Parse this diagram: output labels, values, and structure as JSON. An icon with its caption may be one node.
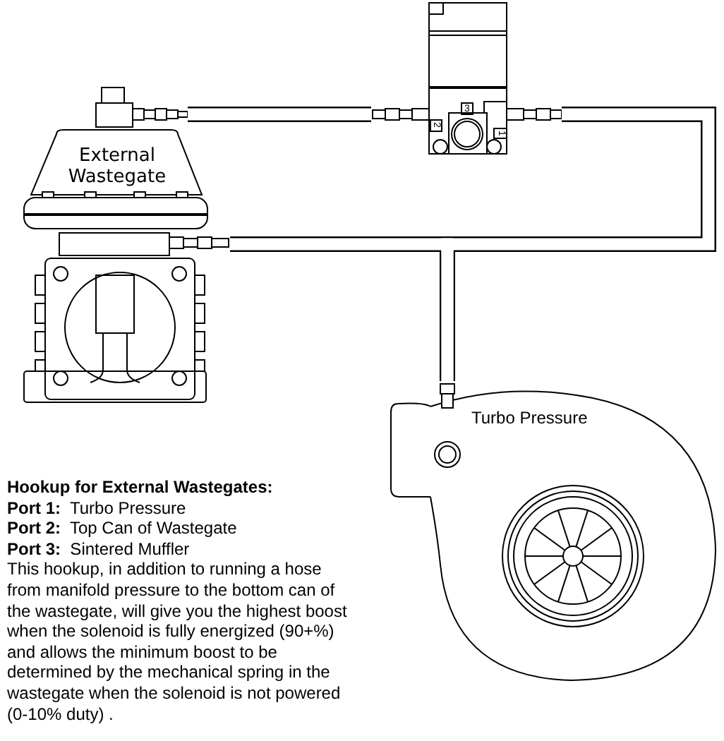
{
  "diagram": {
    "title": "Hookup for External Wastegates:",
    "nodes": [
      {
        "text": [
          "External Wastegate"
        ]
      },
      {
        "text": [
          "3",
          "2",
          "1"
        ]
      },
      {
        "text": [
          "Turbo Pressure"
        ]
      }
    ],
    "edges": [
      {
        "from": 0,
        "to": 1,
        "arrow": "none"
      },
      {
        "from": 2,
        "to": 1,
        "arrow": "none"
      },
      {
        "from": 2,
        "to": 0,
        "arrow": "none"
      }
    ],
    "labels": [
      "**Port 1:**  Turbo Pressure",
      "**Port 2:**  Top Can of Wastegate",
      "**Port 3:**  Sintered Muffler",
      "This hookup, in addition to running a hose from manifold pressure to the bottom can of the wastegate, will give you the highest boost when the solenoid is fully energized (90+%) and allows the minimum boost to be determined by the mechanical spring in the wastegate when the solenoid is not powered (0-10% duty) ."
    ]
  }
}
